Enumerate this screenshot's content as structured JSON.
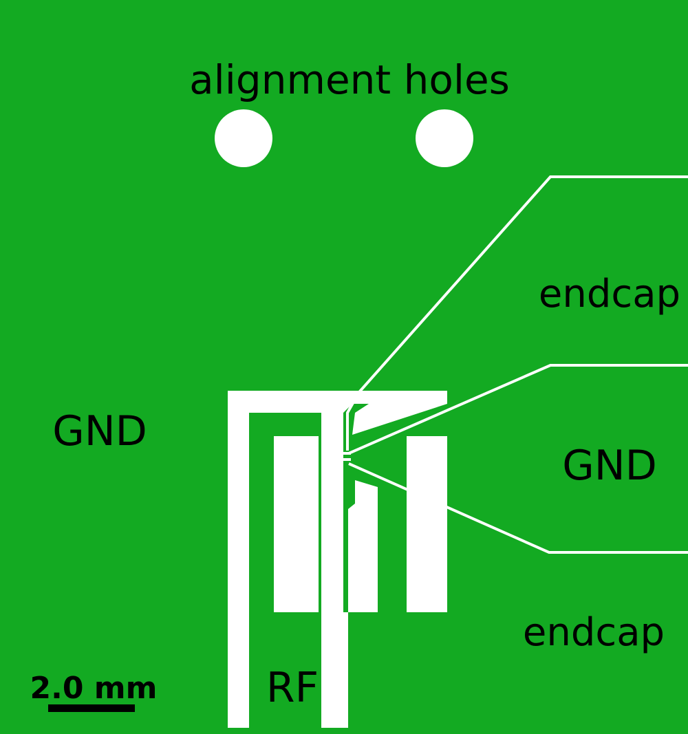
{
  "colors": {
    "board": "#13aa22",
    "cutout": "#ffffff",
    "text": "#000000"
  },
  "labels": {
    "alignment_holes": "alignment holes",
    "gnd_left": "GND",
    "gnd_right": "GND",
    "endcap_top": "endcap",
    "endcap_bottom": "endcap",
    "rf": "RF",
    "scale_bar": "2.0 mm"
  }
}
